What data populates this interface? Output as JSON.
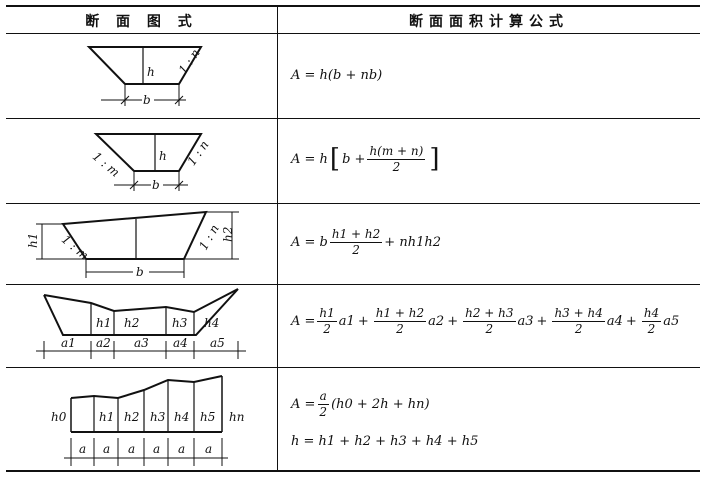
{
  "header": {
    "left": "断 面 图 式",
    "right": "断面面积计算公式"
  },
  "rows": [
    {
      "labels": {
        "h": "h",
        "b": "b",
        "n": "1 : n"
      },
      "formula": "A = h(b + nb)"
    },
    {
      "labels": {
        "h": "h",
        "b": "b",
        "m": "1 : m",
        "n": "1 : n"
      },
      "formula": {
        "lhs": "A = h",
        "b": "b +",
        "num": "h(m + n)",
        "den": "2"
      }
    },
    {
      "labels": {
        "h1": "h1",
        "h2": "h2",
        "b": "b",
        "m": "1 : m",
        "n": "1 : n"
      },
      "formula": {
        "lhs": "A = b",
        "num": "h1 + h2",
        "den": "2",
        "tail": "+ nh1h2"
      }
    },
    {
      "labels": {
        "heights": [
          "h1",
          "h2",
          "h3",
          "h4"
        ],
        "widths": [
          "a1",
          "a2",
          "a3",
          "a4",
          "a5"
        ]
      },
      "formula": {
        "lhs": "A =",
        "terms": [
          {
            "num": "h1",
            "den": "2",
            "a": "a1"
          },
          {
            "num": "h1 + h2",
            "den": "2",
            "a": "a2"
          },
          {
            "num": "h2 + h3",
            "den": "2",
            "a": "a3"
          },
          {
            "num": "h3 + h4",
            "den": "2",
            "a": "a4"
          },
          {
            "num": "h4",
            "den": "2",
            "a": "a5"
          }
        ]
      }
    },
    {
      "labels": {
        "heights": [
          "h0",
          "h1",
          "h2",
          "h3",
          "h4",
          "h5",
          "hn"
        ],
        "widths": [
          "a",
          "a",
          "a",
          "a",
          "a",
          "a"
        ]
      },
      "formula": {
        "line1_lhs": "A =",
        "line1_num": "a",
        "line1_den": "2",
        "line1_tail": "(h0 + 2h + hn)",
        "line2": "h = h1 + h2 + h3 + h4 + h5"
      }
    }
  ]
}
